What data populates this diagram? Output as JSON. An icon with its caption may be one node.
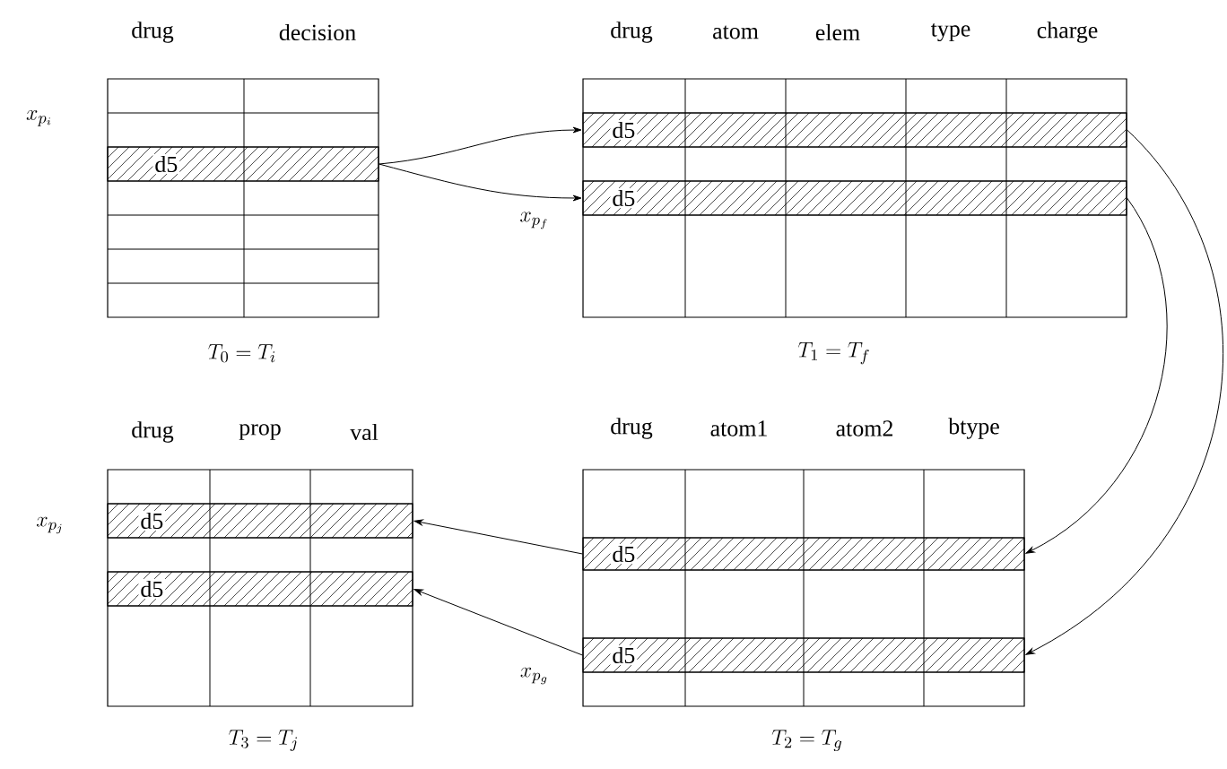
{
  "diagram": {
    "nodes": [
      {
        "text": [
          "drug",
          "decision"
        ],
        "beside": [
          "T_0 = T_i"
        ]
      },
      {
        "text": [
          "d5"
        ],
        "in": 0
      },
      {
        "text": [
          "drug",
          "atom",
          "elem",
          "type",
          "charge"
        ],
        "beside": [
          "T_1 = T_f"
        ]
      },
      {
        "text": [
          "d5"
        ],
        "in": 2
      },
      {
        "text": [
          "d5"
        ],
        "in": 2
      },
      {
        "text": [
          "drug",
          "prop",
          "val"
        ],
        "beside": [
          "T_3 = T_j"
        ]
      },
      {
        "text": [
          "d5"
        ],
        "in": 5
      },
      {
        "text": [
          "d5"
        ],
        "in": 5
      },
      {
        "text": [
          "drug",
          "atom1",
          "atom2",
          "btype"
        ],
        "beside": [
          "T_2 = T_g"
        ]
      },
      {
        "text": [
          "d5"
        ],
        "in": 8
      },
      {
        "text": [
          "d5"
        ],
        "in": 8
      }
    ],
    "edges": [
      {
        "from": 1,
        "to": 3,
        "arrow": "to"
      },
      {
        "from": 1,
        "to": 4,
        "arrow": "to"
      },
      {
        "from": 3,
        "to": 10,
        "arrow": "to"
      },
      {
        "from": 4,
        "to": 9,
        "arrow": "to"
      },
      {
        "from": 9,
        "to": 6,
        "arrow": "to"
      },
      {
        "from": 10,
        "to": 7,
        "arrow": "to"
      }
    ],
    "labels": [
      "x_{p_i}",
      "x_{p_f}",
      "x_{p_j}",
      "x_{p_g}"
    ]
  }
}
